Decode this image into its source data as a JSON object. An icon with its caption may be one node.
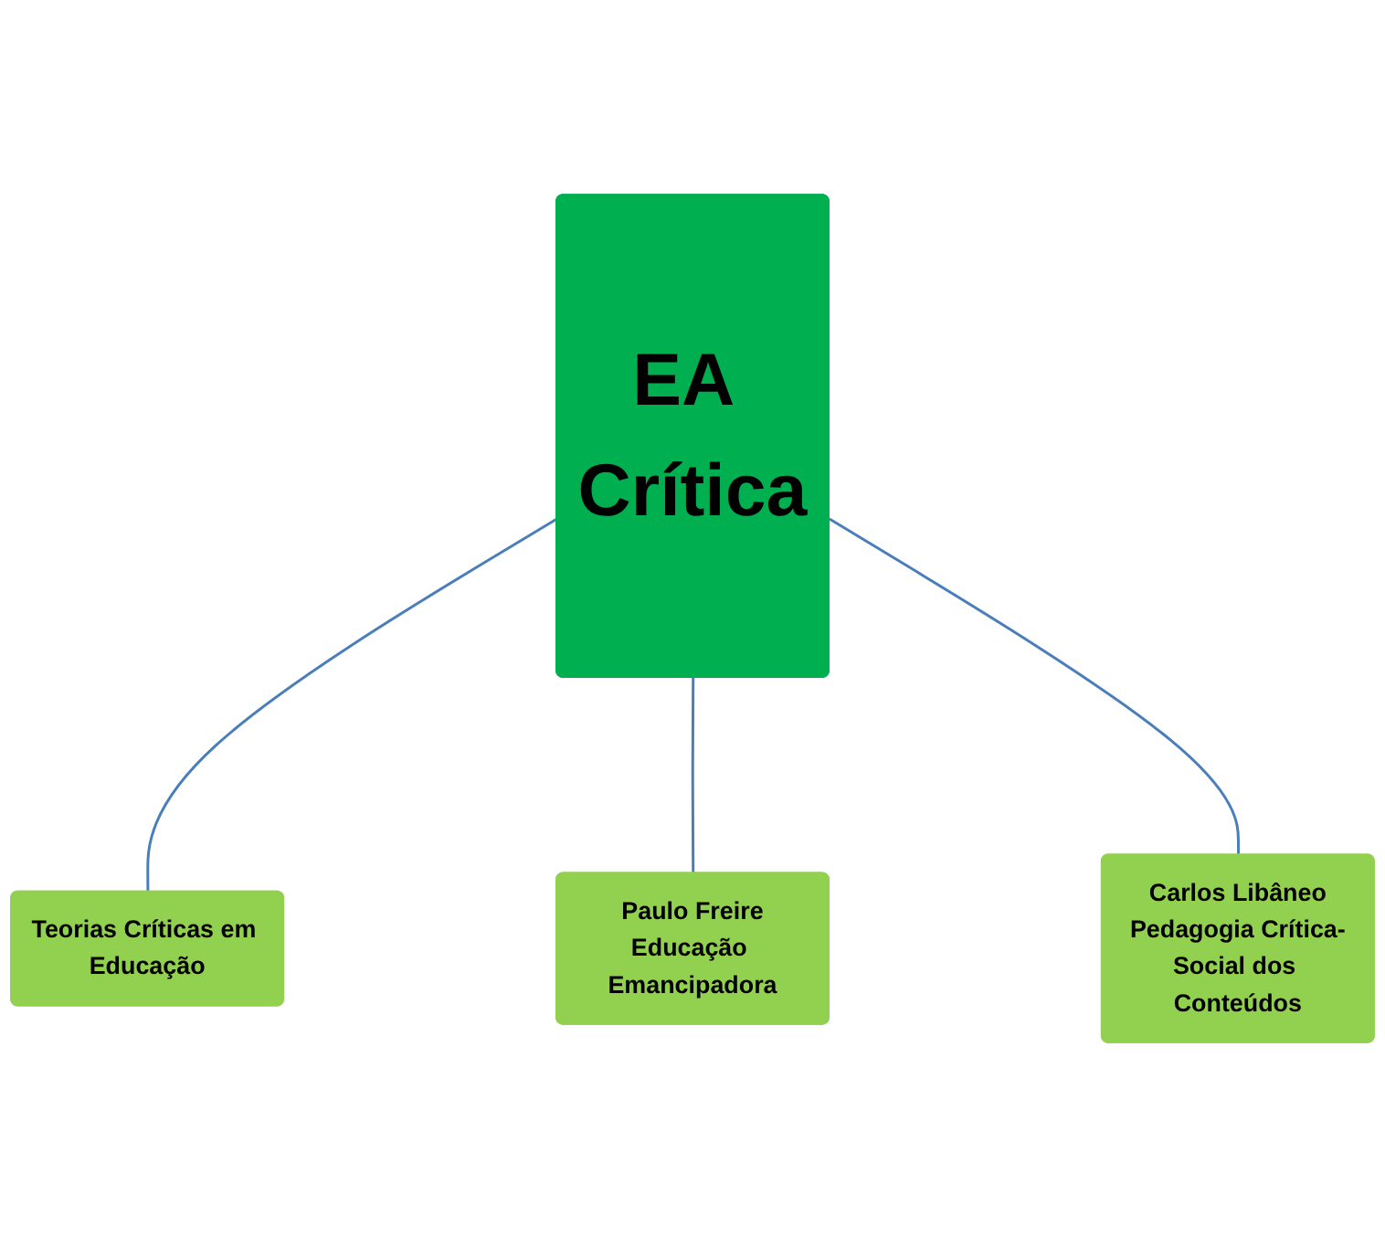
{
  "diagram": {
    "nodes": [
      {
        "text": [
          "Teorias Críticas em Educação"
        ]
      },
      {
        "text": [
          "EA Crítica"
        ]
      },
      {
        "text": [
          "Paulo Freire",
          "Educação Emancipadora"
        ]
      },
      {
        "text": [
          "Carlos Libâneo",
          "Pedagogia Crítica-Social dos Conteúdos"
        ]
      }
    ],
    "edges": [
      {
        "from": 1,
        "to": 0,
        "arrow": "none"
      },
      {
        "from": 1,
        "to": 2,
        "arrow": "none"
      },
      {
        "from": 1,
        "to": 3,
        "arrow": "none"
      }
    ]
  }
}
